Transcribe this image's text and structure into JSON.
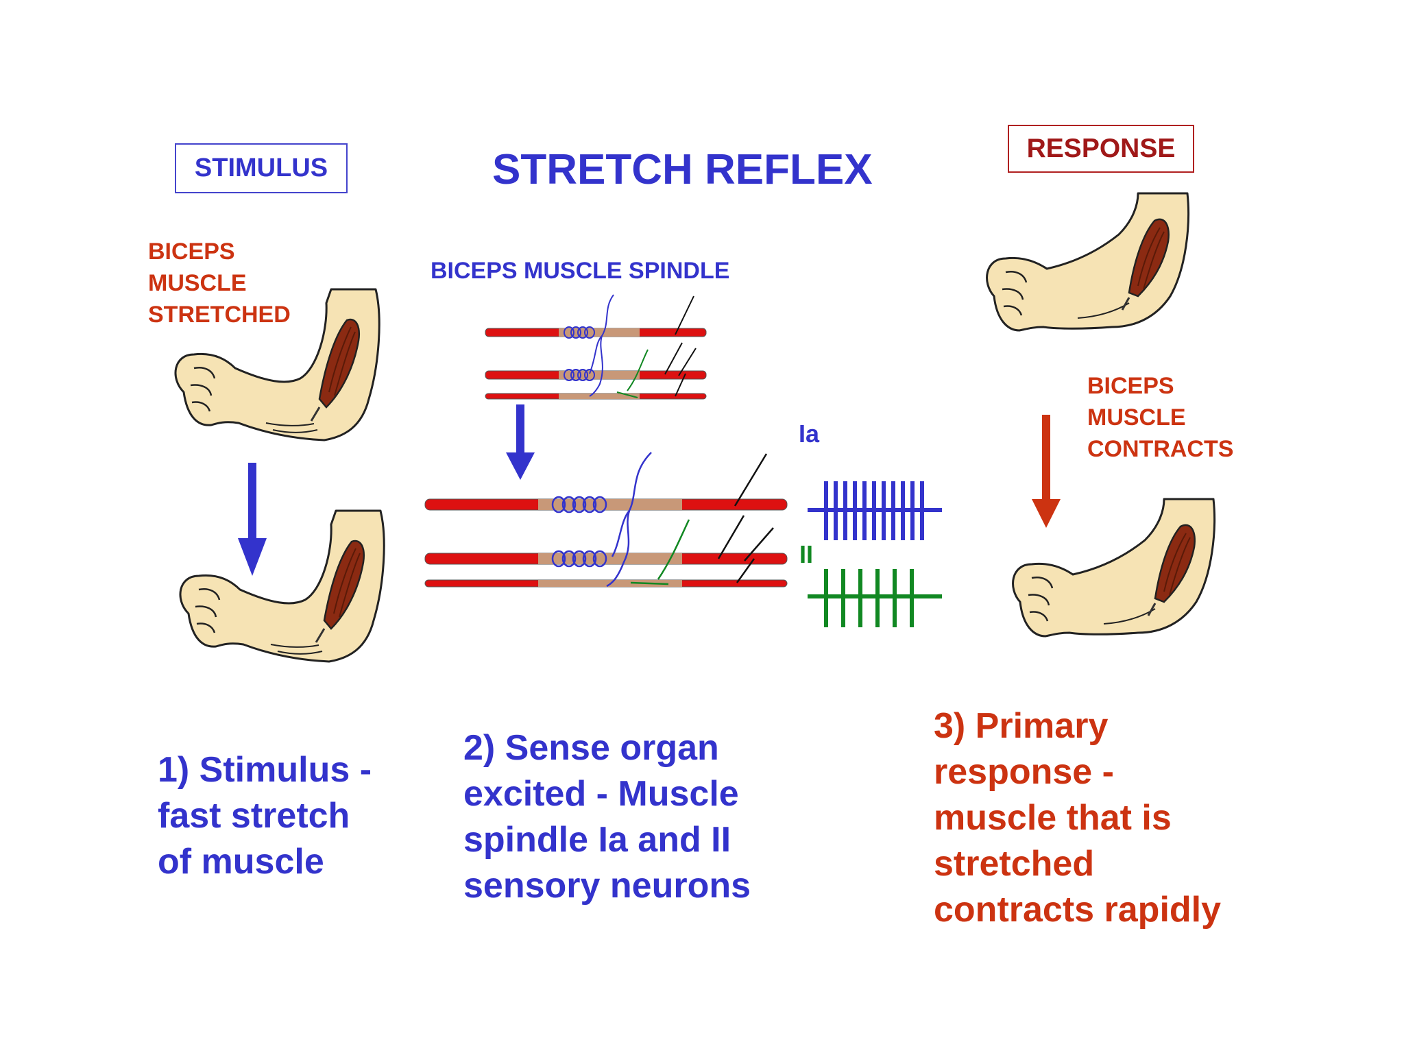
{
  "title": "STRETCH REFLEX",
  "stimulus_box": "STIMULUS",
  "response_box": "RESPONSE",
  "spindle_label": "BICEPS MUSCLE SPINDLE",
  "stretched_label": [
    "BICEPS",
    "MUSCLE",
    "STRETCHED"
  ],
  "contracts_label": [
    "BICEPS",
    "MUSCLE",
    "CONTRACTS"
  ],
  "neuron_labels": {
    "ia": "Ia",
    "ii": "II"
  },
  "captions": {
    "step1": [
      "1) Stimulus -",
      "fast stretch",
      "of muscle"
    ],
    "step2": [
      "2) Sense organ",
      "excited - Muscle",
      "spindle Ia and II",
      "sensory neurons"
    ],
    "step3": [
      "3) Primary",
      "response -",
      "muscle that is",
      "stretched",
      "contracts rapidly"
    ]
  },
  "colors": {
    "blue": "#3333cc",
    "red": "#cc3311",
    "dark_red": "#a01818",
    "fiber": "#dd1111",
    "green": "#118822",
    "skin": "#f6e3b4",
    "muscle": "#8b2a12"
  },
  "icons": {
    "arm": "bent-arm-with-biceps",
    "arrow": "down-arrow",
    "spindle": "muscle-spindle-fibers",
    "spike_train": "action-potential-train"
  }
}
